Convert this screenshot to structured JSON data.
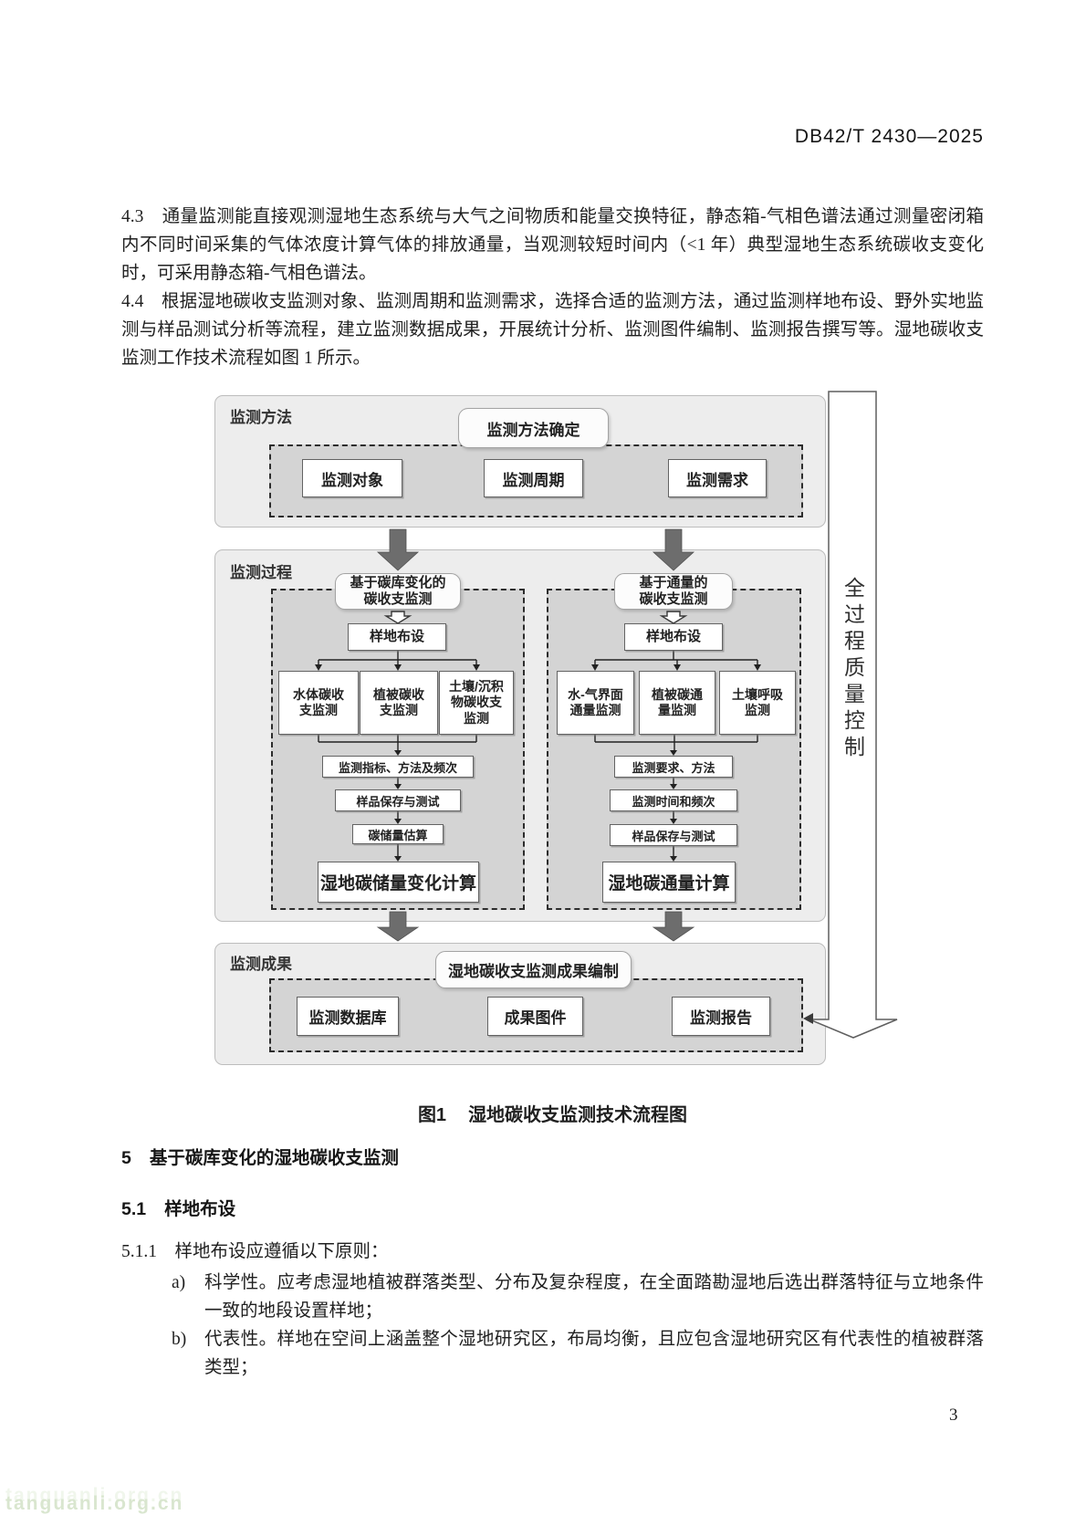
{
  "header": {
    "doc_code": "DB42/T 2430—2025"
  },
  "paragraphs": {
    "p43": "4.3　通量监测能直接观测湿地生态系统与大气之间物质和能量交换特征，静态箱-气相色谱法通过测量密闭箱内不同时间采集的气体浓度计算气体的排放通量，当观测较短时间内（<1 年）典型湿地生态系统碳收支变化时，可采用静态箱-气相色谱法。",
    "p44": "4.4　根据湿地碳收支监测对象、监测周期和监测需求，选择合适的监测方法，通过监测样地布设、野外实地监测与样品测试分析等流程，建立监测数据成果，开展统计分析、监测图件编制、监测报告撰写等。湿地碳收支监测工作技术流程如图 1 所示。"
  },
  "figure": {
    "caption_label": "图1",
    "caption_title": "湿地碳收支监测技术流程图",
    "quality_label": "全过程质量控制",
    "methods": {
      "label": "监测方法",
      "determine": "监测方法确定",
      "items": [
        "监测对象",
        "监测周期",
        "监测需求"
      ]
    },
    "process": {
      "label": "监测过程",
      "left": {
        "title": "基于碳库变化的\n碳收支监测",
        "plot": "样地布设",
        "children": [
          "水体碳收\n支监测",
          "植被碳收\n支监测",
          "土壤/沉积\n物碳收支\n监测"
        ],
        "steps": [
          "监测指标、方法及频次",
          "样品保存与测试",
          "碳储量估算"
        ],
        "final": "湿地碳储量变化计算"
      },
      "right": {
        "title": "基于通量的\n碳收支监测",
        "plot": "样地布设",
        "children": [
          "水-气界面\n通量监测",
          "植被碳通\n量监测",
          "土壤呼吸\n监测"
        ],
        "steps": [
          "监测要求、方法",
          "监测时间和频次",
          "样品保存与测试"
        ],
        "final": "湿地碳通量计算"
      }
    },
    "results": {
      "label": "监测成果",
      "compile": "湿地碳收支监测成果编制",
      "items": [
        "监测数据库",
        "成果图件",
        "监测报告"
      ]
    }
  },
  "sections": {
    "h5_num": "5",
    "h5_title": "基于碳库变化的湿地碳收支监测",
    "h51_num": "5.1",
    "h51_title": "样地布设",
    "p511": "5.1.1　样地布设应遵循以下原则：",
    "list": [
      {
        "marker": "a)",
        "text": "科学性。应考虑湿地植被群落类型、分布及复杂程度，在全面踏勘湿地后选出群落特征与立地条件一致的地段设置样地；"
      },
      {
        "marker": "b)",
        "text": "代表性。样地在空间上涵盖整个湿地研究区，布局均衡，且应包含湿地研究区有代表性的植被群落类型；"
      }
    ]
  },
  "page": {
    "number": "3",
    "watermark": "tanguanli.org.cn"
  }
}
